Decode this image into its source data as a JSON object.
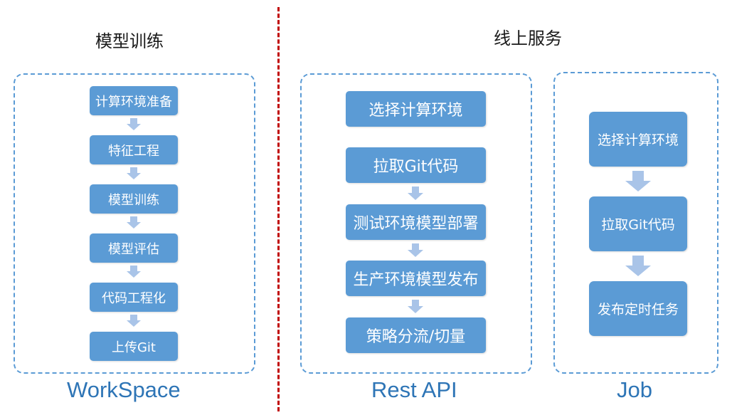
{
  "headings": {
    "training": "模型训练",
    "online": "线上服务"
  },
  "workspace": {
    "steps": [
      "计算环境准备",
      "特征工程",
      "模型训练",
      "模型评估",
      "代码工程化",
      "上传Git"
    ],
    "label": "WorkSpace"
  },
  "rest_api": {
    "steps": [
      "选择计算环境",
      "拉取Git代码",
      "测试环境模型部署",
      "生产环境模型发布",
      "策略分流/切量"
    ],
    "label": "Rest API"
  },
  "job": {
    "steps": [
      "选择计算环境",
      "拉取Git代码",
      "发布定时任务"
    ],
    "label": "Job"
  },
  "colors": {
    "step_fill": "#5b9bd5",
    "arrow_fill": "#a9c4e8",
    "panel_border": "#5b9bd5",
    "divider": "#c00000",
    "footer_text": "#2e75b6"
  }
}
